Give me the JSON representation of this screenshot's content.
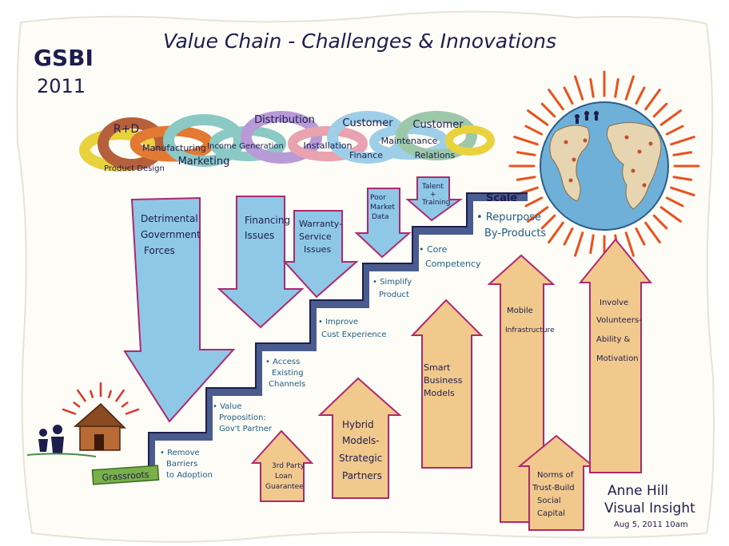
{
  "header": {
    "org": "GSBI",
    "year": "2011",
    "title": "Value Chain - Challenges & Innovations"
  },
  "chain": {
    "links": [
      {
        "label": "R+D",
        "color": "#b5603a"
      },
      {
        "label": "Manufacturing",
        "color": "#e37a33"
      },
      {
        "label": "Distribution",
        "color": "#8bc9c4"
      },
      {
        "label": "Installation",
        "color": "#e9a2b0"
      },
      {
        "label": "Customer",
        "color": "#9fcfe8"
      },
      {
        "label": "Customer",
        "color": "#9cc7a9"
      }
    ],
    "sublabels": {
      "product_design": "Product Design",
      "marketing": "Marketing",
      "income_generation": "Income Generation",
      "finance": "Finance",
      "maintenance": "Maintenance",
      "relations": "Relations"
    }
  },
  "challenges": {
    "govt": [
      "Detrimental",
      "Government",
      "Forces"
    ],
    "financing": [
      "Financing",
      "Issues"
    ],
    "warranty": [
      "Warranty-",
      "Service",
      "Issues"
    ],
    "market_data": [
      "Poor",
      "Market",
      "Data"
    ],
    "talent": [
      "Talent",
      "+",
      "Training"
    ]
  },
  "stairs": {
    "grassroots": "Grassroots",
    "scale": "Scale",
    "steps": [
      [
        "• Remove",
        "Barriers",
        "to Adoption"
      ],
      [
        "• Value",
        "Proposition:",
        "Gov't Partner"
      ],
      [
        "• Access",
        "Existing",
        "Channels"
      ],
      [
        "• Improve",
        "Cust Experience"
      ],
      [
        "• Simplify",
        "Product"
      ],
      [
        "• Core",
        "Competency"
      ],
      [
        "• Repurpose",
        "By-Products"
      ]
    ]
  },
  "innovations": {
    "third_party": [
      "3rd Party",
      "Loan",
      "Guarantee"
    ],
    "hybrid": [
      "Hybrid",
      "Models-",
      "Strategic",
      "Partners"
    ],
    "smart": [
      "Smart",
      "Business",
      "Models"
    ],
    "mobile": [
      "Mobile",
      "Infrastructure"
    ],
    "norms": [
      "Norms of",
      "Trust-Build",
      "Social",
      "Capital"
    ],
    "volunteers": [
      "Involve",
      "Volunteers-",
      "Ability &",
      "Motivation"
    ]
  },
  "signature": {
    "name": "Anne Hill",
    "company": "Visual Insight",
    "date": "Aug 5, 2011  10am"
  },
  "colors": {
    "ink": "#1d1d4e",
    "blue_text": "#1b5f8a",
    "down_arrow": "#8ec8e6",
    "up_arrow": "#f2c98c",
    "edge": "#b0286e",
    "sun": "#e8521f",
    "earth": "#6fb0d8",
    "land": "#e7d4b0",
    "stair_shadow": "#2a3f7a"
  }
}
